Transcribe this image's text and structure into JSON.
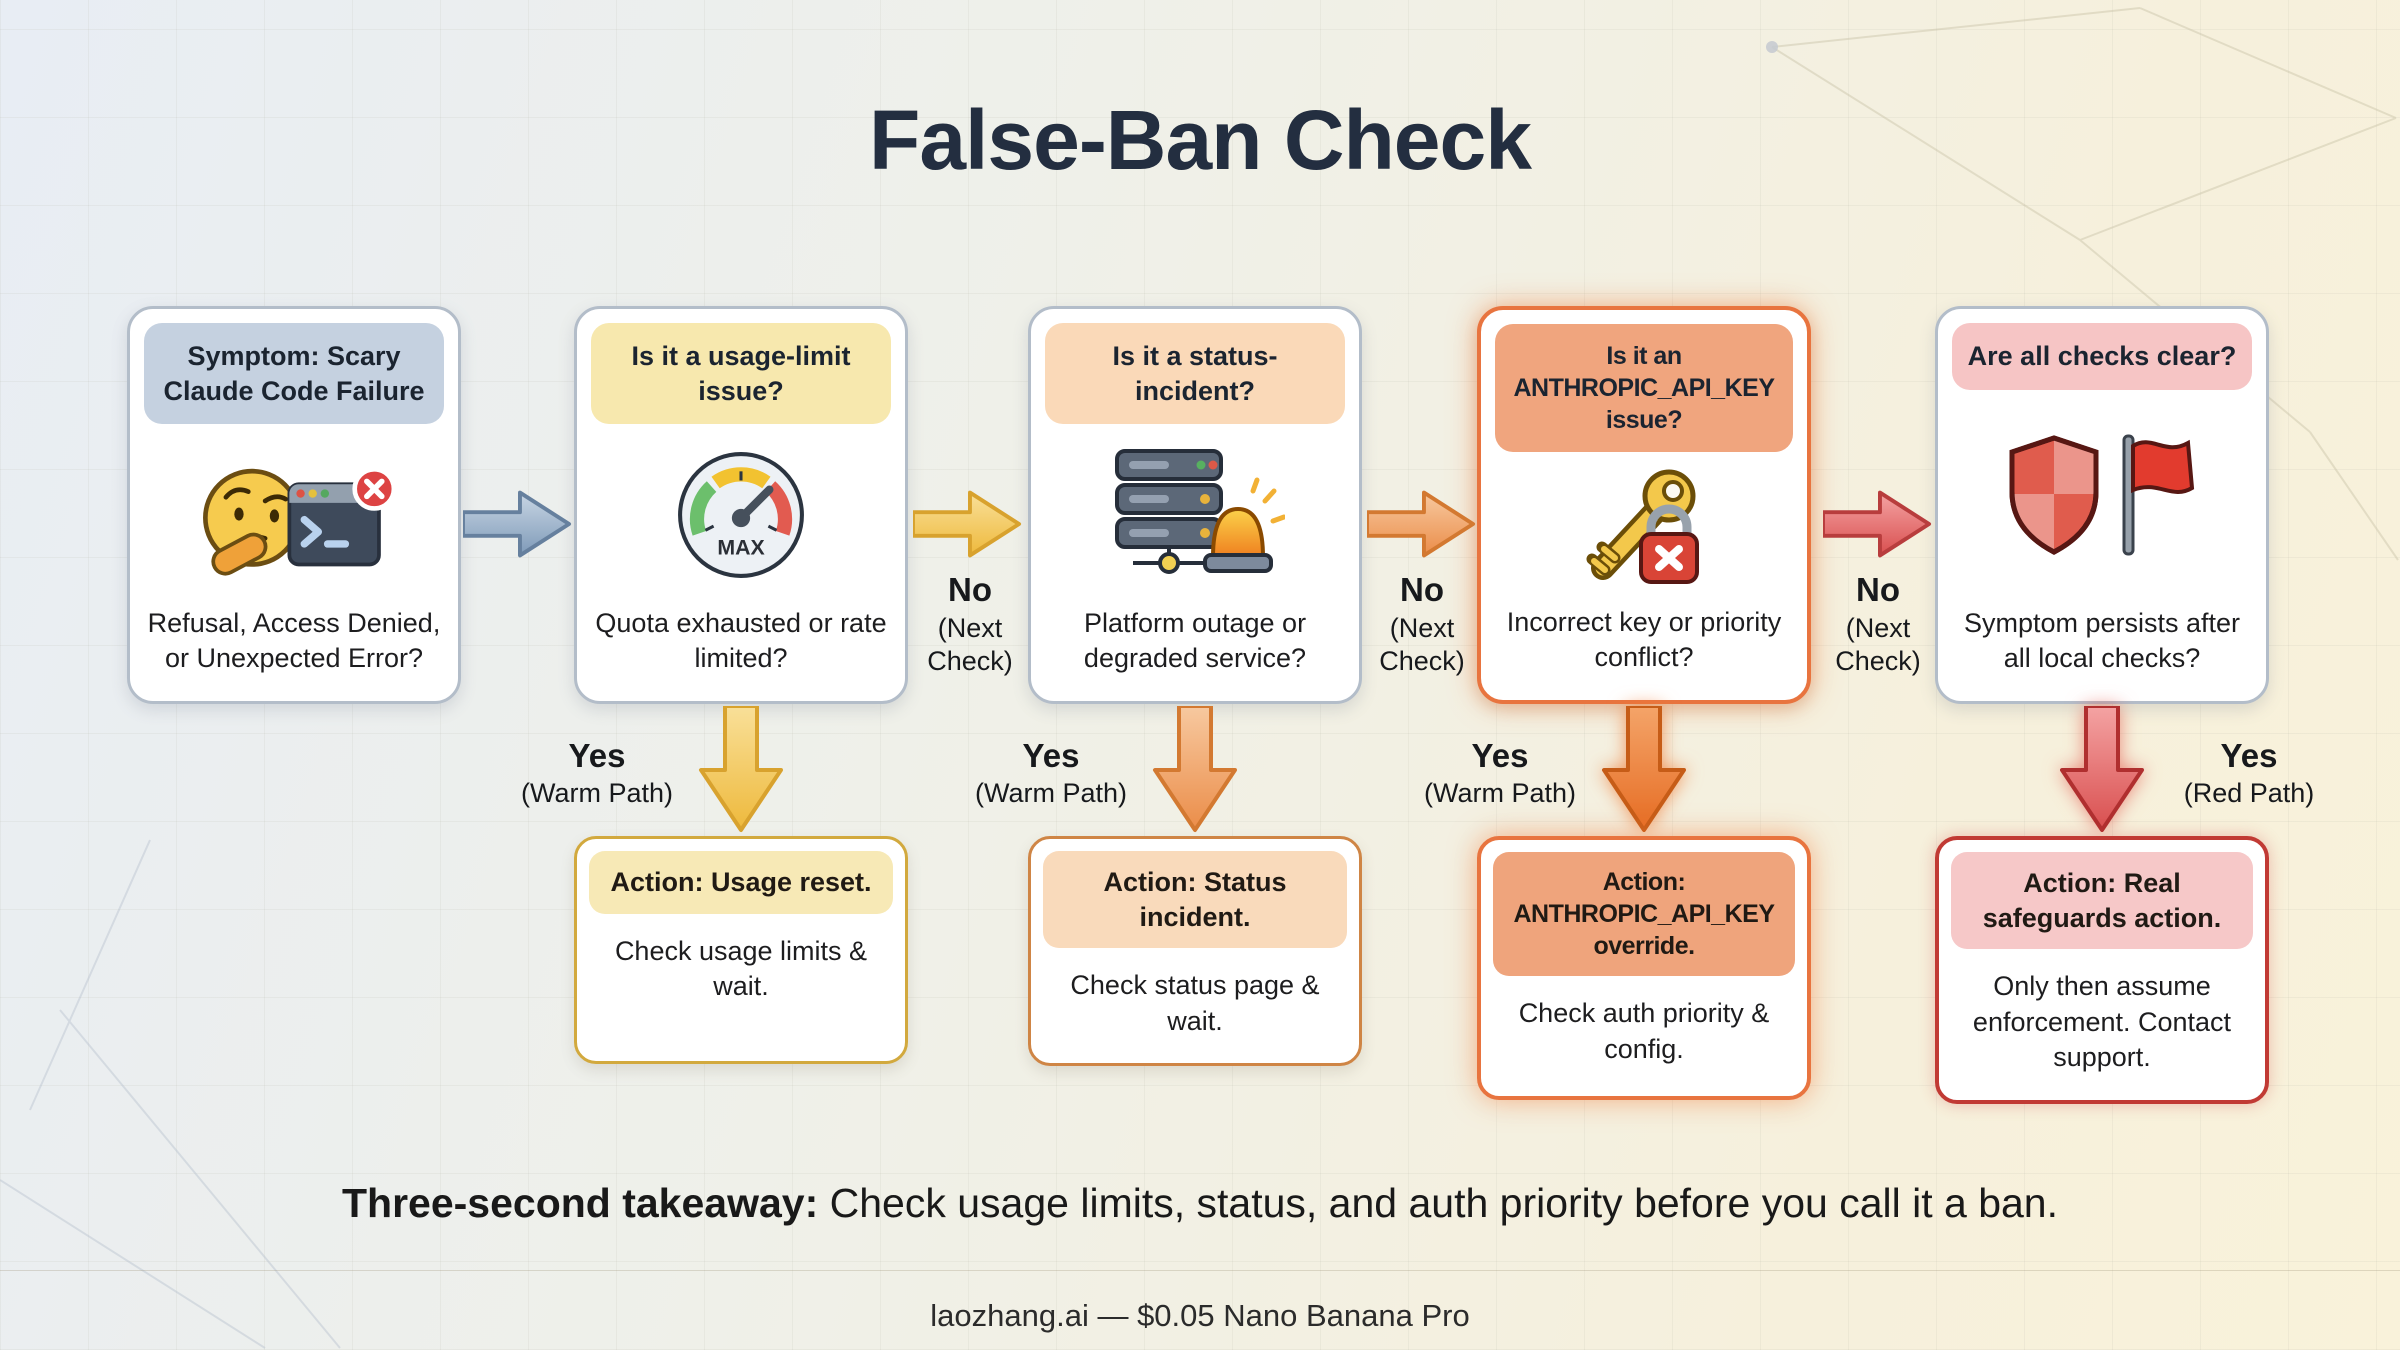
{
  "title": "False-Ban Check",
  "cards": [
    {
      "icon": "thinking-face-terminal-error-icon",
      "header": "Symptom: Scary Claude Code Failure",
      "body": "Refusal, Access Denied, or Unexpected Error?"
    },
    {
      "icon": "gauge-max-icon",
      "header": "Is it a usage-limit issue?",
      "body": "Quota exhausted or rate limited?",
      "icon_label": "MAX"
    },
    {
      "icon": "server-siren-icon",
      "header": "Is it a status-incident?",
      "body": "Platform outage or degraded service?"
    },
    {
      "icon": "key-lock-icon",
      "header": "Is it an ANTHROPIC_API_KEY issue?",
      "body": "Incorrect key or priority conflict?"
    },
    {
      "icon": "shield-red-flag-icon",
      "header": "Are all checks clear?",
      "body": "Symptom persists after all local checks?"
    }
  ],
  "no_label": {
    "main": "No",
    "sub": "(Next Check)"
  },
  "yes_labels": [
    {
      "main": "Yes",
      "sub": "(Warm Path)"
    },
    {
      "main": "Yes",
      "sub": "(Warm Path)"
    },
    {
      "main": "Yes",
      "sub": "(Warm Path)"
    },
    {
      "main": "Yes",
      "sub": "(Red Path)"
    }
  ],
  "actions": [
    {
      "header": "Action: Usage reset.",
      "body": "Check usage limits & wait."
    },
    {
      "header": "Action: Status incident.",
      "body": "Check status page & wait."
    },
    {
      "header": "Action: ANTHROPIC_API_KEY override.",
      "body": "Check auth priority & config."
    },
    {
      "header": "Action: Real safeguards action.",
      "body": "Only then assume enforcement. Contact support."
    }
  ],
  "takeaway": {
    "label": "Three-second takeaway:",
    "text": "Check usage limits, status, and auth priority before you call it a ban."
  },
  "footer": "laozhang.ai — $0.05 Nano Banana Pro",
  "colors": {
    "title_text": "#232e40",
    "header_blue": "#c5d1e0",
    "header_yellow": "#f7e8ae",
    "header_peach": "#fad9b8",
    "header_salmon": "#f0a57e",
    "header_pink": "#f6c5c5",
    "arrow_blue": "#7e9ab8",
    "arrow_yellow": "#eeb93c",
    "arrow_orange": "#eb8d49",
    "arrow_orange_deep": "#e66d24",
    "arrow_red": "#d94f4f",
    "border_gold": "#d2a93e",
    "border_orange": "#cf8545",
    "border_hot_orange": "#e8743f",
    "border_red": "#c13a34"
  }
}
